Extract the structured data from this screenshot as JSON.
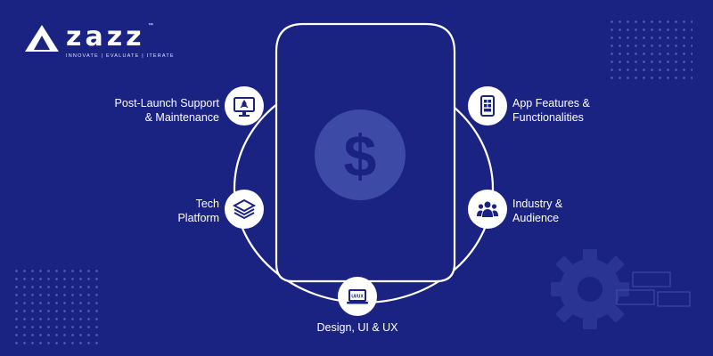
{
  "brand": {
    "name": "zazz",
    "tm": "™",
    "tagline": "INNOVATE  |  EVALUATE  |  ITERATE"
  },
  "center_icon": "dollar-coin-icon",
  "colors": {
    "background": "#1a2382",
    "accent": "#3d4aa6",
    "icon": "#1a2382",
    "line": "#ffffff"
  },
  "factors": {
    "post_launch": {
      "label_line1": "Post-Launch Support",
      "label_line2": "& Maintenance",
      "icon": "monitor-rocket-icon"
    },
    "tech_platform": {
      "label_line1": "Tech",
      "label_line2": "Platform",
      "icon": "layers-icon"
    },
    "design": {
      "label": "Design, UI & UX",
      "icon": "laptop-uiux-icon",
      "badge": "UI/UX"
    },
    "app_features": {
      "label_line1": "App Features &",
      "label_line2": "Functionalities",
      "icon": "mobile-grid-icon"
    },
    "industry": {
      "label_line1": "Industry &",
      "label_line2": "Audience",
      "icon": "group-users-icon"
    }
  }
}
